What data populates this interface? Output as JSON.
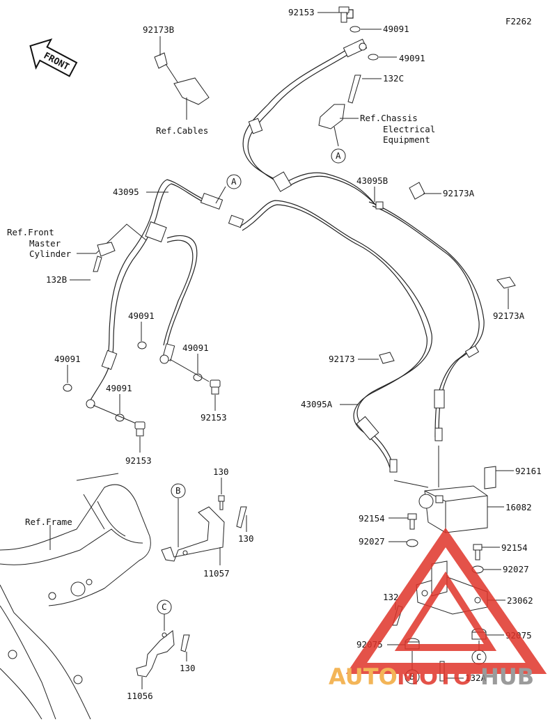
{
  "diagram_code": "F2262",
  "front_label": "FRONT",
  "labels": {
    "p92153_top": "92153",
    "p49091_top1": "49091",
    "p49091_top2": "49091",
    "p132C": "132C",
    "ref_chassis_1": "Ref.Chassis",
    "ref_chassis_2": "Electrical",
    "ref_chassis_3": "Equipment",
    "p92173B": "92173B",
    "ref_cables": "Ref.Cables",
    "p43095": "43095",
    "p43095B": "43095B",
    "p92173A_1": "92173A",
    "p92173A_2": "92173A",
    "ref_front_1": "Ref.Front",
    "ref_front_2": "Master",
    "ref_front_3": "Cylinder",
    "p132B": "132B",
    "p49091_l1": "49091",
    "p49091_l2": "49091",
    "p49091_l3": "49091",
    "p49091_l4": "49091",
    "p92153_l1": "92153",
    "p92153_l2": "92153",
    "p92173": "92173",
    "p43095A": "43095A",
    "p130_1": "130",
    "p130_2": "130",
    "p130_3": "130",
    "ref_frame": "Ref.Frame",
    "p11057": "11057",
    "p11056": "11056",
    "p92161": "92161",
    "p16082": "16082",
    "p92154_1": "92154",
    "p92154_2": "92154",
    "p92027_1": "92027",
    "p92027_2": "92027",
    "p23062": "23062",
    "p132": "132",
    "p92075_1": "92075",
    "p92075_2": "92075",
    "p132A": "132A"
  },
  "callouts": {
    "A1": "A",
    "A2": "A",
    "B1": "B",
    "B2": "B",
    "C1": "C",
    "C2": "C"
  },
  "watermark": {
    "part1": "AUTO",
    "part2": "MOTO",
    "part3": "HUB"
  },
  "colors": {
    "watermark_red": "#e0342a",
    "watermark_orange": "#f2a93b",
    "watermark_gray": "#8a8a8a",
    "line": "#222222"
  }
}
